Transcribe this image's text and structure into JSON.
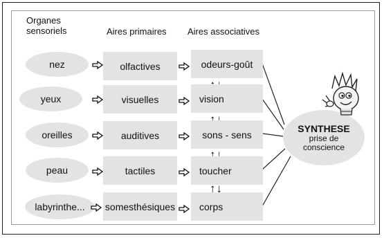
{
  "headers": {
    "organes": "Organes\nsensoriels",
    "primaires": "Aires primaires",
    "associatives": "Aires associatives"
  },
  "rows": [
    {
      "organe": "nez",
      "primaire": "olfactives",
      "associative": "odeurs-goût"
    },
    {
      "organe": "yeux",
      "primaire": "visuelles",
      "associative": "vision"
    },
    {
      "organe": "oreilles",
      "primaire": "auditives",
      "associative": "sons - sens"
    },
    {
      "organe": "peau",
      "primaire": "tactiles",
      "associative": "toucher"
    },
    {
      "organe": "labyrinthe...",
      "primaire": "somesthésiques",
      "associative": "corps"
    }
  ],
  "arrows": {
    "right": "⇨",
    "updown": "↑↓"
  },
  "synthese": {
    "title": "SYNTHESE",
    "subtitle": "prise de\nconscience"
  },
  "colors": {
    "fill": "#e3e3e3",
    "line": "#222222"
  },
  "icons": {
    "mascot": "lightbulb-mascot-icon"
  }
}
